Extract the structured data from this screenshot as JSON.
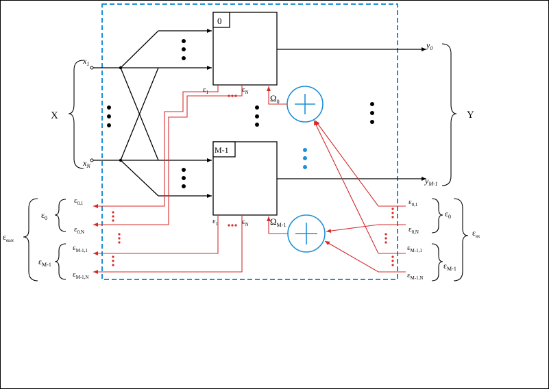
{
  "colors": {
    "dash_border": "#1c8fd6",
    "red_lines": "#d42a2a",
    "summer": "#1c8fd6",
    "black": "#000000"
  },
  "blocks": {
    "first": "0",
    "last": "M-1"
  },
  "inputs": {
    "group": "X",
    "x1": "x",
    "x1_sub": "1",
    "xN": "x",
    "xN_sub": "N"
  },
  "outputs": {
    "group": "Y",
    "y0": "y",
    "y0_sub": "0",
    "yM1": "y",
    "yM1_sub": "M-1"
  },
  "block0_ports": {
    "e1": "ε",
    "e1_sub": "1",
    "eN": "ε",
    "eN_sub": "N",
    "omega": "Ω",
    "omega_sub": "0"
  },
  "blockM_ports": {
    "e1": "ε",
    "e1_sub": "1",
    "eN": "ε",
    "eN_sub": "N",
    "omega": "Ω",
    "omega_sub": "M-1"
  },
  "left_errors": {
    "group": "ε",
    "group_sub": "вых",
    "e0": "ε",
    "e0_sub": "0",
    "eM1": "ε",
    "eM1_sub": "M-1",
    "e01": "ε",
    "e01_sub": "0,1",
    "e0N": "ε",
    "e0N_sub": "0,N",
    "eM11": "ε",
    "eM11_sub": "M-1,1",
    "eM1N": "ε",
    "eM1N_sub": "M-1,N"
  },
  "right_errors": {
    "group": "ε",
    "group_sub": "вх",
    "e0": "ε",
    "e0_sub": "0",
    "eM1": "ε",
    "eM1_sub": "M-1",
    "e01": "ε",
    "e01_sub": "0,1",
    "e0N": "ε",
    "e0N_sub": "0,N",
    "eM11": "ε",
    "eM11_sub": "M-1,1",
    "eM1N": "ε",
    "eM1N_sub": "M-1,N"
  }
}
